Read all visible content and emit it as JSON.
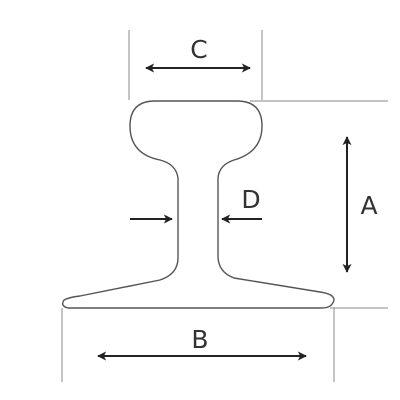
{
  "diagram": {
    "labels": {
      "a": "A",
      "b": "B",
      "c": "C",
      "d": "D"
    },
    "colors": {
      "outline": "#555555",
      "extension": "#888888",
      "arrow": "#222222",
      "text": "#333333",
      "background": "#ffffff"
    }
  }
}
